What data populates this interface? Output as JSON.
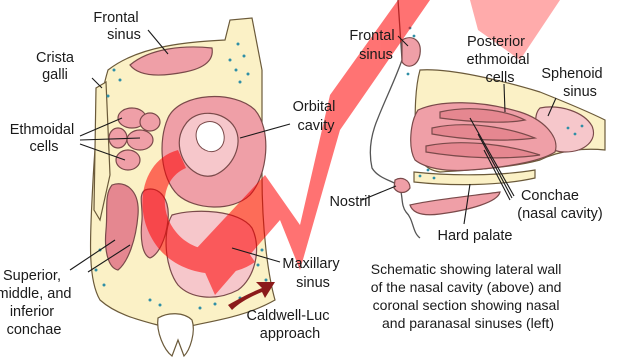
{
  "labels": {
    "frontal_sinus_coronal": [
      "Frontal",
      "sinus"
    ],
    "crista_galli": [
      "Crista",
      "galli"
    ],
    "ethmoidal_cells": [
      "Ethmoidal",
      "cells"
    ],
    "orbital_cavity": [
      "Orbital",
      "cavity"
    ],
    "maxillary_sinus": [
      "Maxillary",
      "sinus"
    ],
    "caldwell_luc": [
      "Caldwell-Luc",
      "approach"
    ],
    "conchae_coronal": [
      "Superior,",
      "middle, and",
      "inferior",
      "conchae"
    ],
    "frontal_sinus_lateral": [
      "Frontal",
      "sinus"
    ],
    "posterior_ethmoidal": [
      "Posterior",
      "ethmoidal",
      "cells"
    ],
    "sphenoid_sinus": [
      "Sphenoid",
      "sinus"
    ],
    "nostril": [
      "Nostril"
    ],
    "conchae_lateral": [
      "Conchae",
      "(nasal cavity)"
    ],
    "hard_palate": [
      "Hard palate"
    ]
  },
  "caption": [
    "Schematic showing lateral wall",
    "of the nasal cavity (above) and",
    "coronal section showing nasal",
    "and paranasal sinuses (left)"
  ],
  "colors": {
    "bone": "#fbf1c6",
    "mucosa": "#ef9fa7",
    "sinus_cavity": "#f6c7cb",
    "marrow_dots": "#2f8fa6",
    "arrow": "#8b1a1a",
    "watermark": "#ff0000"
  }
}
